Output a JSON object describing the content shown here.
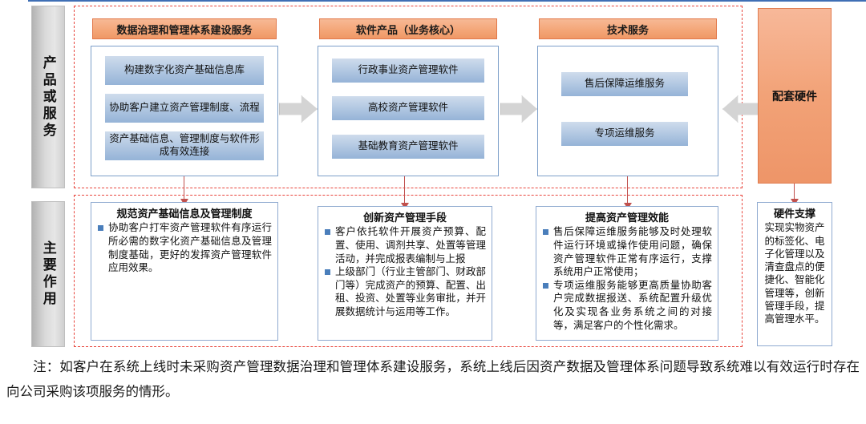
{
  "categories": [
    {
      "id": "products",
      "label": "产品或服务"
    },
    {
      "id": "roles",
      "label": "主要作用"
    }
  ],
  "columns": [
    {
      "header": "数据治理和管理体系建设服务",
      "items": [
        "构建数字化资产基础信息库",
        "协助客户建立资产管理制度、流程",
        "资产基础信息、管理制度与软件形成有效连接"
      ]
    },
    {
      "header": "软件产品（业务核心）",
      "items": [
        "行政事业资产管理软件",
        "高校资产管理软件",
        "基础教育资产管理软件"
      ]
    },
    {
      "header": "技术服务",
      "items": [
        "售后保障运维服务",
        "专项运维服务"
      ]
    }
  ],
  "hardware": {
    "label": "配套硬件"
  },
  "effects": [
    {
      "title": "规范资产基础信息及管理制度",
      "bullets": [
        "协助客户打牢资产管理软件有序运行所必需的数字化资产基础信息及管理制度基础，更好的发挥资产管理软件应用效果。"
      ]
    },
    {
      "title": "创新资产管理手段",
      "bullets": [
        "客户依托软件开展资产预算、配置、使用、调剂共享、处置等管理活动，并完成报表编制与上报",
        "上级部门（行业主管部门、财政部门等）完成资产的预算、配置、出租、投资、处置等业务审批，并开展数据统计与运用等工作。"
      ]
    },
    {
      "title": "提高资产管理效能",
      "bullets": [
        "售后保障运维服务能够及时处理软件运行环境或操作使用问题，确保资产管理软件正常有序运行，支撑系统用户正常使用；",
        "专项运维服务能够更高质量协助客户完成数据报送、系统配置升级优化及实现各业务系统之间的对接等，满足客户的个性化需求。"
      ]
    },
    {
      "title": "硬件支撑",
      "text": "实现实物资产的标签化、电子化管理以及清查盘点的便捷化、智能化管理等，创新管理手段，提高管理水平。"
    }
  ],
  "footnote": {
    "text": "注：如客户在系统上线时未采购资产管理数据治理和管理体系建设服务，系统上线后因资产数据及管理体系问题导致系统难以有效运行时存在向公司采购该项服务的情形。"
  },
  "colors": {
    "orange": "#f2a277",
    "blue_item": "#95b3d7",
    "dashed_red": "#e8453c",
    "connector_red": "#c0504d",
    "panel_border": "#7d9fc9",
    "arrow_gray": "#d4d4d4",
    "category_gray": "#d9d9d9",
    "top_rule_blue": "#3f6fb5"
  }
}
